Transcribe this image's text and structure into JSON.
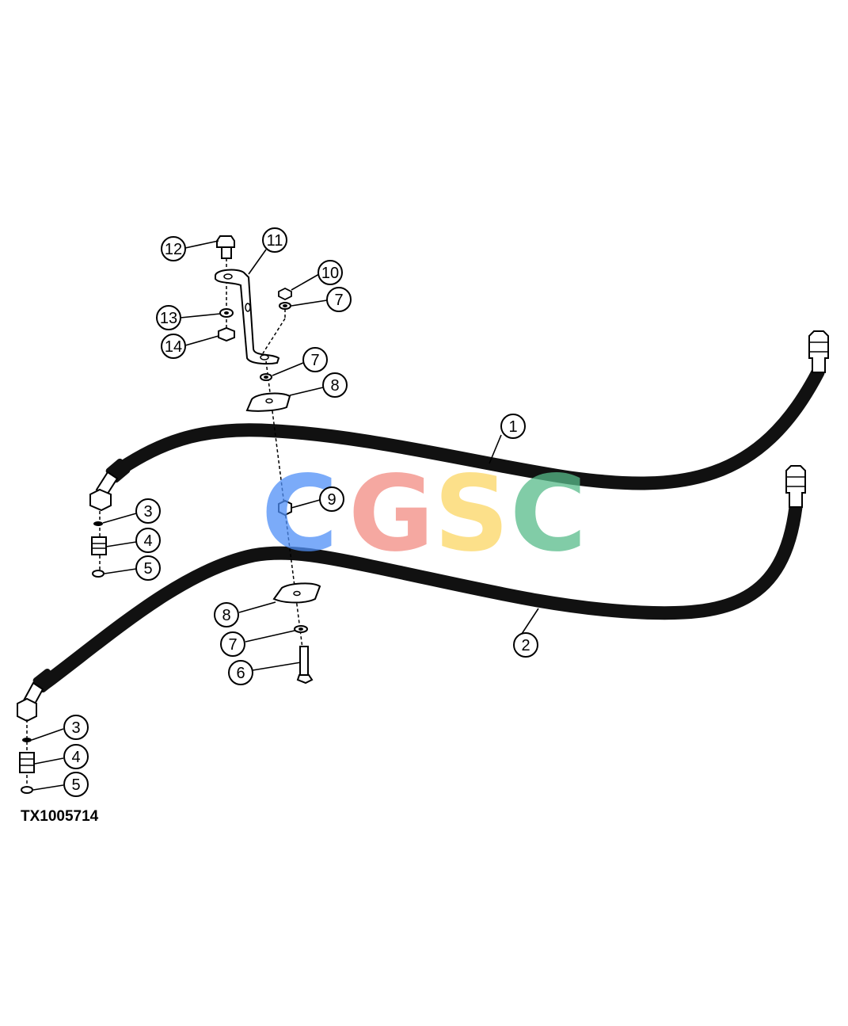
{
  "figure_id": "TX1005714",
  "watermark": {
    "letters": [
      "C",
      "G",
      "S",
      "C"
    ],
    "colors": [
      "#4f8ff7",
      "#f28b82",
      "#fcd663",
      "#57bb8a"
    ]
  },
  "callouts": [
    "1",
    "2",
    "3",
    "4",
    "5",
    "3",
    "4",
    "5",
    "6",
    "7",
    "8",
    "9",
    "7",
    "8",
    "7",
    "10",
    "11",
    "12",
    "13",
    "14"
  ],
  "colors": {
    "line": "#000000",
    "hose": "#111111",
    "background": "#ffffff"
  }
}
